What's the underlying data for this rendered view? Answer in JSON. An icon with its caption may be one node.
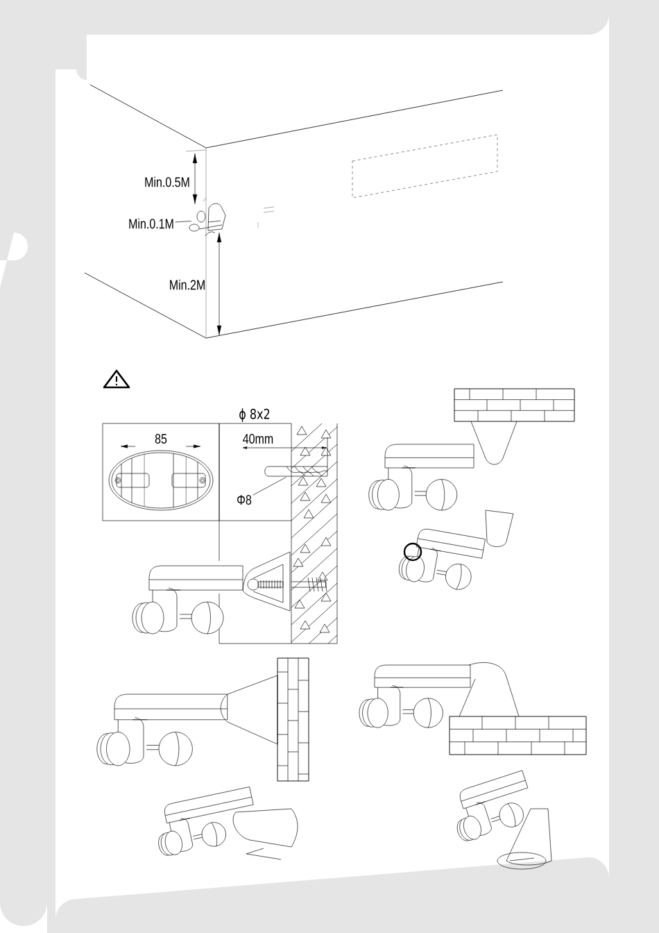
{
  "diagram": {
    "nodes": [
      {
        "text": [
          "Min.0.1M"
        ]
      },
      {
        "text": [],
        "shape": "picture"
      },
      {
        "text": [
          "Φ8"
        ]
      },
      {
        "text": [],
        "shape": "picture"
      }
    ],
    "edges": [
      {
        "from": 0,
        "to": 1,
        "arrow": "none"
      },
      {
        "from": 2,
        "to": 3,
        "arrow": "none"
      }
    ],
    "labels": [
      "Min.0.5M",
      "Min.2M",
      "ϕ 8x2",
      "85",
      "40mm"
    ]
  }
}
